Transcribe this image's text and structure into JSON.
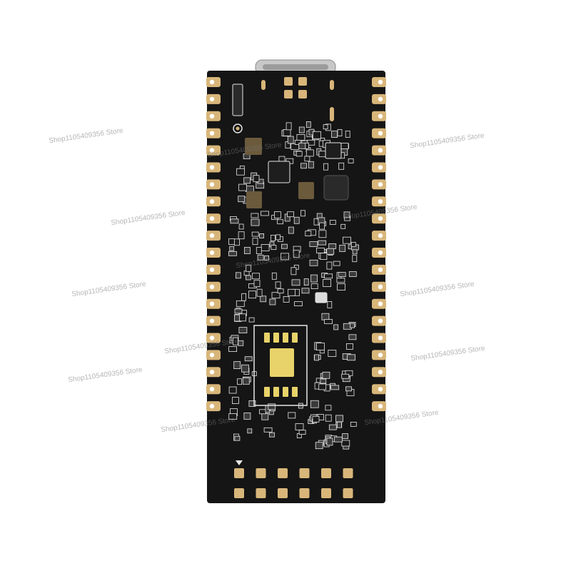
{
  "image": {
    "subject": "Black PCB microcontroller board with castellated gold pads, USB-C connector and onboard components",
    "colors": {
      "background": "#ffffff",
      "board": "#151515",
      "pad_gold": "#d8b67a",
      "silkscreen": "#e6e6e6",
      "component_dark": "#2a2a2a",
      "component_brown": "#6b5a3c",
      "connector_silver": "#c8c8c8"
    }
  },
  "watermarks": [
    "Shop1105409356 Store",
    "Shop1105409356 Store",
    "Shop1105409356 Store",
    "Shop1105409356 Store",
    "Shop1105409356 Store",
    "Shop1105409356 Store",
    "Shop1105409356 Store",
    "Shop1105409356 Store",
    "Shop1105409356 Store",
    "Shop1105409356 Store",
    "Shop1105409356 Store",
    "Shop1105409356 Store",
    "Shop1105409356 Store"
  ]
}
